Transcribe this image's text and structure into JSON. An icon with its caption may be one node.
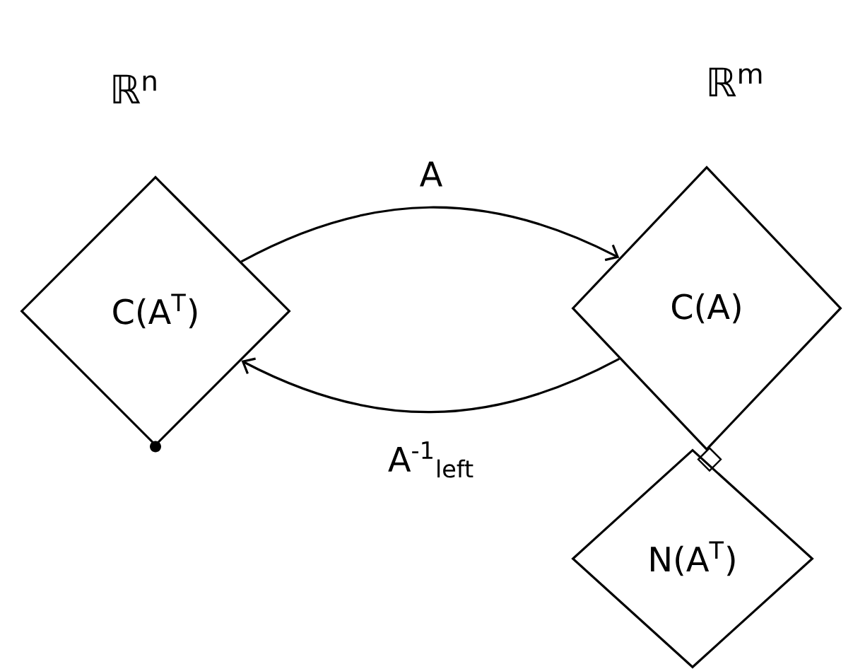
{
  "diagram": {
    "nodes": [
      {
        "text": [
          "C(A$^{T}$)"
        ]
      },
      {
        "text": [
          "C(A)"
        ]
      },
      {
        "text": [
          "N(A$^{T}$)"
        ]
      }
    ],
    "edges": [
      {
        "from": 0,
        "to": 1,
        "arrow": "to",
        "label": "A"
      },
      {
        "from": 1,
        "to": 0,
        "arrow": "to",
        "label": "A$^{-1}$$_{left}$"
      }
    ],
    "labels": [
      "ℝ$^{n}$",
      "ℝ$^{m}$"
    ]
  }
}
